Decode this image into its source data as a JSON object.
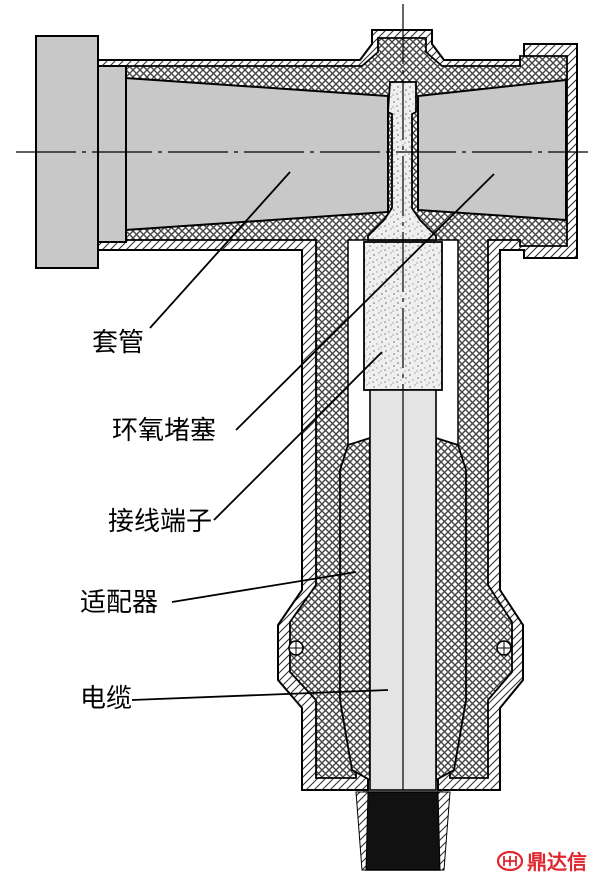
{
  "labels": {
    "bushing": "套管",
    "epoxy_plug": "环氧堵塞",
    "terminal": "接线端子",
    "adapter": "适配器",
    "cable": "电缆"
  },
  "watermark": {
    "text": "鼎达信",
    "color": "#e0262f"
  },
  "colors": {
    "cone_gray": "#c8c8c8",
    "crosshatch_line": "#444444",
    "stipple": "#9a9a9a",
    "cable_core": "#e4e4e4",
    "cable_jacket": "#111111"
  }
}
